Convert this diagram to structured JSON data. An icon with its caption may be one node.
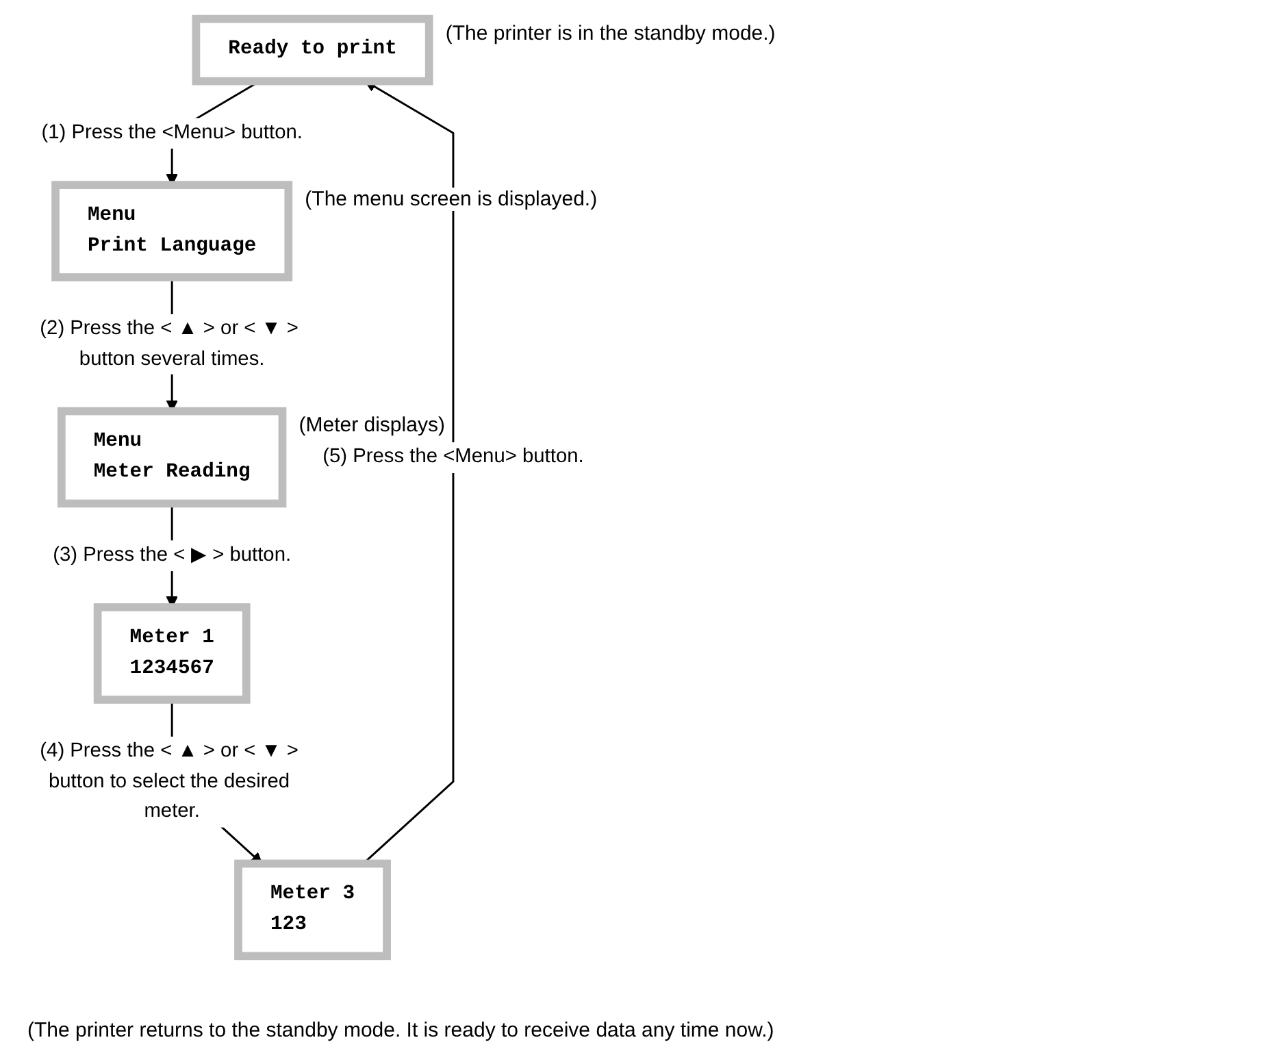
{
  "diagram": {
    "nodes": [
      {
        "text": [
          "Ready to print"
        ],
        "beside": [
          "(The printer is in the standby mode.)"
        ]
      },
      {
        "text": [
          "Menu",
          "Print Language"
        ],
        "beside": [
          "(The menu screen is displayed.)"
        ]
      },
      {
        "text": [
          "Menu",
          "Meter Reading"
        ],
        "beside": [
          "(Meter displays)"
        ]
      },
      {
        "text": [
          "Meter 1",
          "1234567"
        ]
      },
      {
        "text": [
          "Meter 3",
          "123"
        ]
      }
    ],
    "edges": [
      {
        "from": 0,
        "to": 1,
        "arrow": "to",
        "label": "(1) Press the <Menu> button."
      },
      {
        "from": 1,
        "to": 2,
        "arrow": "to",
        "label": "(2) Press the < ▲ > or < ▼ > button several times."
      },
      {
        "from": 2,
        "to": 3,
        "arrow": "to",
        "label": "(3) Press the < ▶ > button."
      },
      {
        "from": 3,
        "to": 4,
        "arrow": "to",
        "label": "(4) Press the < ▲ > or < ▼ > button to select the desired meter."
      },
      {
        "from": 4,
        "to": 0,
        "arrow": "to",
        "label": "(5) Press the <Menu> button."
      }
    ],
    "labels": [
      "(The printer returns to the standby mode. It is ready to receive data any time now.)"
    ]
  }
}
